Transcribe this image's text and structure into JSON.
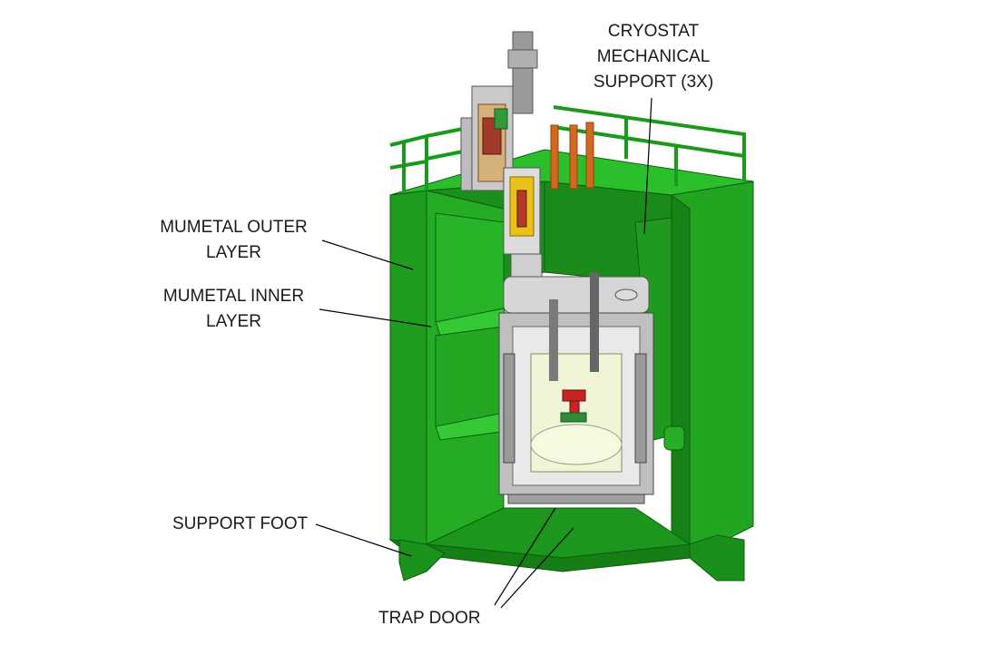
{
  "labels": {
    "cryostat_support": [
      "CRYOSTAT",
      "MECHANICAL",
      "SUPPORT (3X)"
    ],
    "mumetal_outer": [
      "MUMETAL OUTER",
      "LAYER"
    ],
    "mumetal_inner": [
      "MUMETAL INNER",
      "LAYER"
    ],
    "support_foot": "SUPPORT FOOT",
    "trap_door": "TRAP DOOR"
  },
  "colors": {
    "shield_green": "#1fa81f",
    "shield_dark": "#137a13",
    "shield_light": "#2fc22f",
    "support_rods": "#d2691e",
    "cryostat_steel": "#c8c8c8",
    "leader_line": "#000000"
  }
}
